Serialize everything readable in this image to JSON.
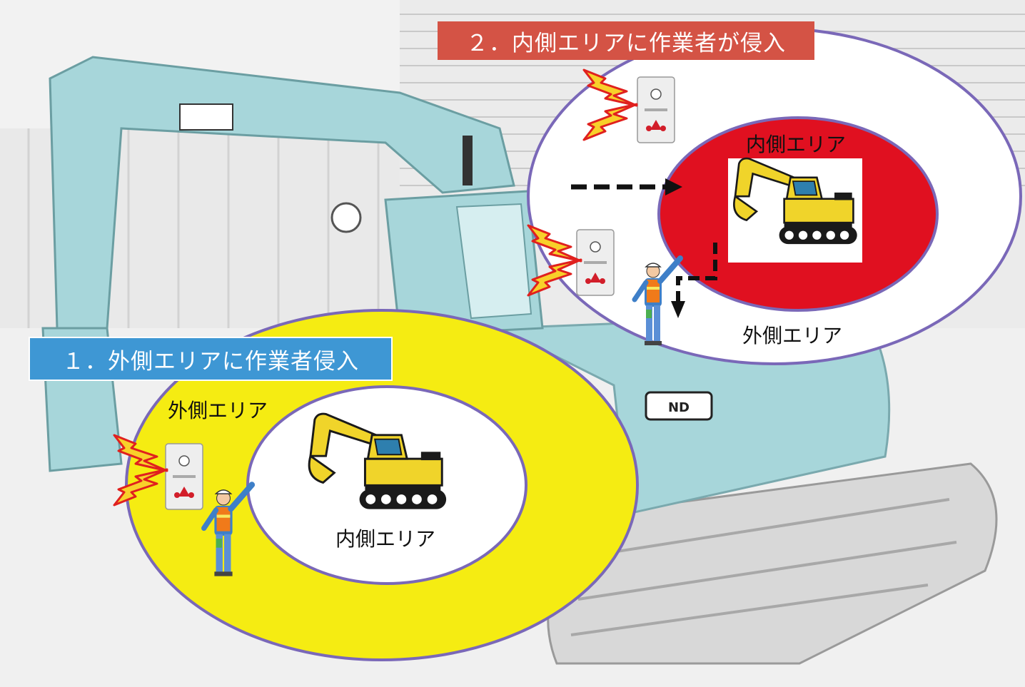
{
  "panel1": {
    "banner": "１．外側エリアに作業者侵入",
    "outer_label": "外側エリア",
    "inner_label": "内側エリア",
    "outer_color": "#f5ec12",
    "inner_color": "#ffffff"
  },
  "panel2": {
    "banner": "２．内側エリアに作業者が侵入",
    "inner_label": "内側エリア",
    "outer_label": "外側エリア",
    "outer_color": "#ffffff",
    "inner_color": "#e01020"
  },
  "vehicle_plate": "ND",
  "icons": [
    "excavator-icon",
    "worker-icon",
    "sensor-device-icon",
    "lightning-bolt-icon",
    "arrow-icon"
  ],
  "colors": {
    "banner1": "#3e97d4",
    "banner2": "#d45345",
    "ring_border": "#7a68b8",
    "excavator_body": "#f0d42a",
    "background_machine": "#a7d6da"
  }
}
